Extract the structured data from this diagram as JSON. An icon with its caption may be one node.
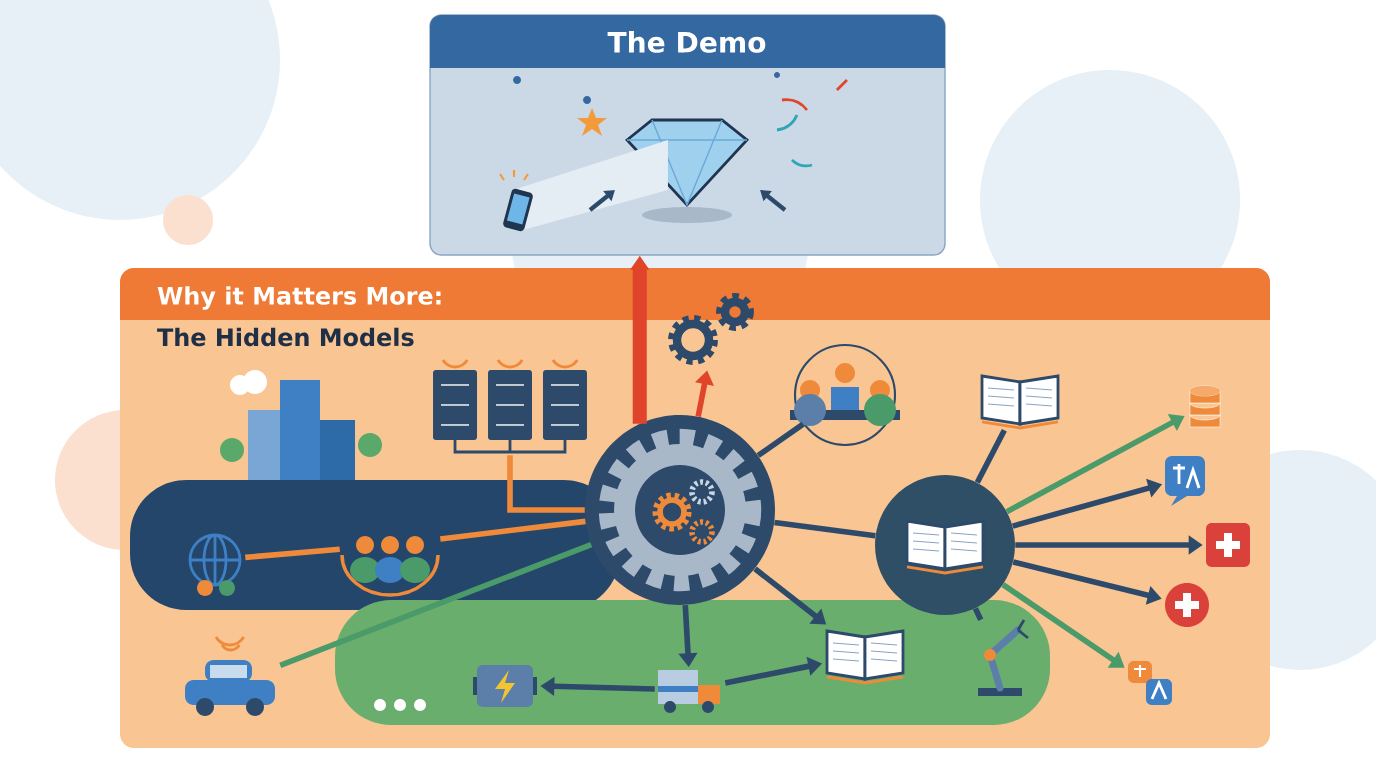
{
  "diagram": {
    "nodes": [
      {
        "text": [
          "The Demo"
        ]
      },
      {
        "text": [
          "Why it Matters More:",
          "The Hidden Models"
        ]
      },
      {
        "text": [],
        "shape": "circle",
        "in": 1
      },
      {
        "text": [],
        "shape": "circle",
        "in": 1
      },
      {
        "text": [],
        "shape": "picture",
        "in": 1
      },
      {
        "text": [],
        "shape": "picture",
        "in": 1
      },
      {
        "text": [],
        "shape": "picture",
        "in": 1
      },
      {
        "text": [],
        "shape": "picture",
        "in": 1
      },
      {
        "text": [],
        "shape": "picture",
        "in": 1
      },
      {
        "text": [],
        "shape": "picture",
        "in": 1
      },
      {
        "text": [],
        "shape": "picture",
        "in": 1
      },
      {
        "text": [],
        "shape": "picture",
        "in": 1
      },
      {
        "text": [],
        "shape": "picture",
        "in": 1
      },
      {
        "text": [],
        "shape": "picture",
        "in": 1
      },
      {
        "text": [],
        "shape": "picture",
        "in": 1
      },
      {
        "text": [],
        "shape": "picture",
        "in": 1
      },
      {
        "text": [],
        "shape": "picture",
        "in": 1
      },
      {
        "text": [],
        "shape": "picture",
        "in": 1
      },
      {
        "text": [],
        "shape": "picture",
        "in": 1
      },
      {
        "text": [],
        "shape": "picture",
        "in": 1
      }
    ],
    "edges": [
      {
        "from": 2,
        "to": 0,
        "arrow": "to",
        "style": "thick",
        "color": "#e0452c"
      },
      {
        "from": 4,
        "to": 2,
        "arrow": "none",
        "color": "#ef8a3a"
      },
      {
        "from": 7,
        "to": 6,
        "arrow": "none",
        "color": "#ef8a3a"
      },
      {
        "from": 6,
        "to": 2,
        "arrow": "none",
        "color": "#ef8a3a"
      },
      {
        "from": 5,
        "to": 2,
        "arrow": "none"
      },
      {
        "from": 2,
        "to": 3,
        "arrow": "none"
      },
      {
        "from": 3,
        "to": 15,
        "arrow": "to"
      },
      {
        "from": 3,
        "to": 16,
        "arrow": "to"
      },
      {
        "from": 3,
        "to": 17,
        "arrow": "to"
      },
      {
        "from": 3,
        "to": 18,
        "arrow": "to",
        "color": "#4a9a6a"
      },
      {
        "from": 2,
        "to": 10,
        "arrow": "to"
      },
      {
        "from": 10,
        "to": 9,
        "arrow": "to"
      },
      {
        "from": 10,
        "to": 11,
        "arrow": "to"
      },
      {
        "from": 2,
        "to": 11,
        "arrow": "to"
      },
      {
        "from": 3,
        "to": 14,
        "arrow": "to",
        "color": "#4a9a6a"
      },
      {
        "from": 13,
        "to": 3,
        "arrow": "none"
      },
      {
        "from": 8,
        "to": 2,
        "arrow": "none",
        "color": "#4a9a6a"
      },
      {
        "from": 3,
        "to": 12,
        "arrow": "none"
      },
      {
        "from": 2,
        "to": 19,
        "arrow": "to",
        "color": "#e0452c"
      }
    ]
  }
}
